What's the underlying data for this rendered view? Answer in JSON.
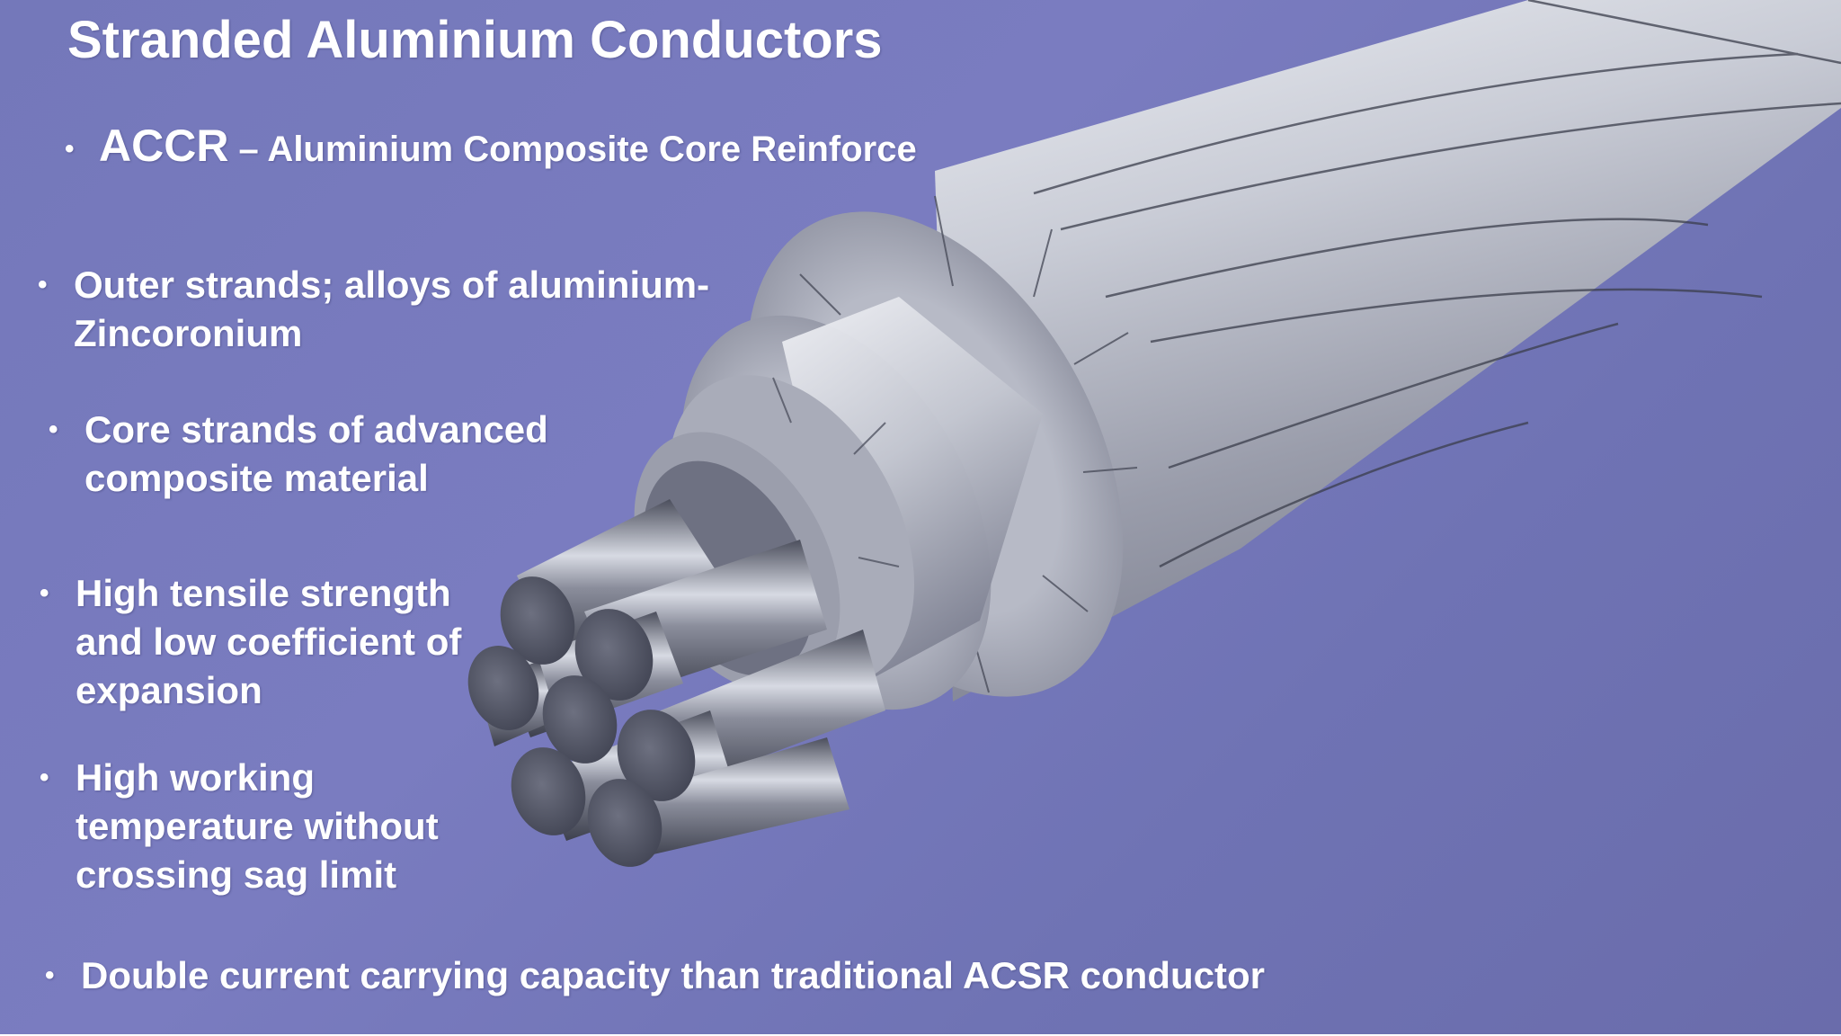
{
  "slide": {
    "title": "Stranded Aluminium Conductors",
    "accr_abbrev": "ACCR",
    "accr_rest": " – Aluminium Composite Core Reinforce",
    "bullets": [
      "Outer strands; alloys of aluminium-Zincoronium",
      "Core strands of advanced composite material",
      "High tensile strength and low coefficient of expansion",
      "High working temperature without crossing sag limit",
      "Double current carrying capacity than traditional ACSR conductor"
    ],
    "bullet_glyph": "•"
  },
  "colors": {
    "background": "#7478ba",
    "text": "#ffffff",
    "aluminium": "#c9ccd6",
    "core": "#5f6272"
  }
}
